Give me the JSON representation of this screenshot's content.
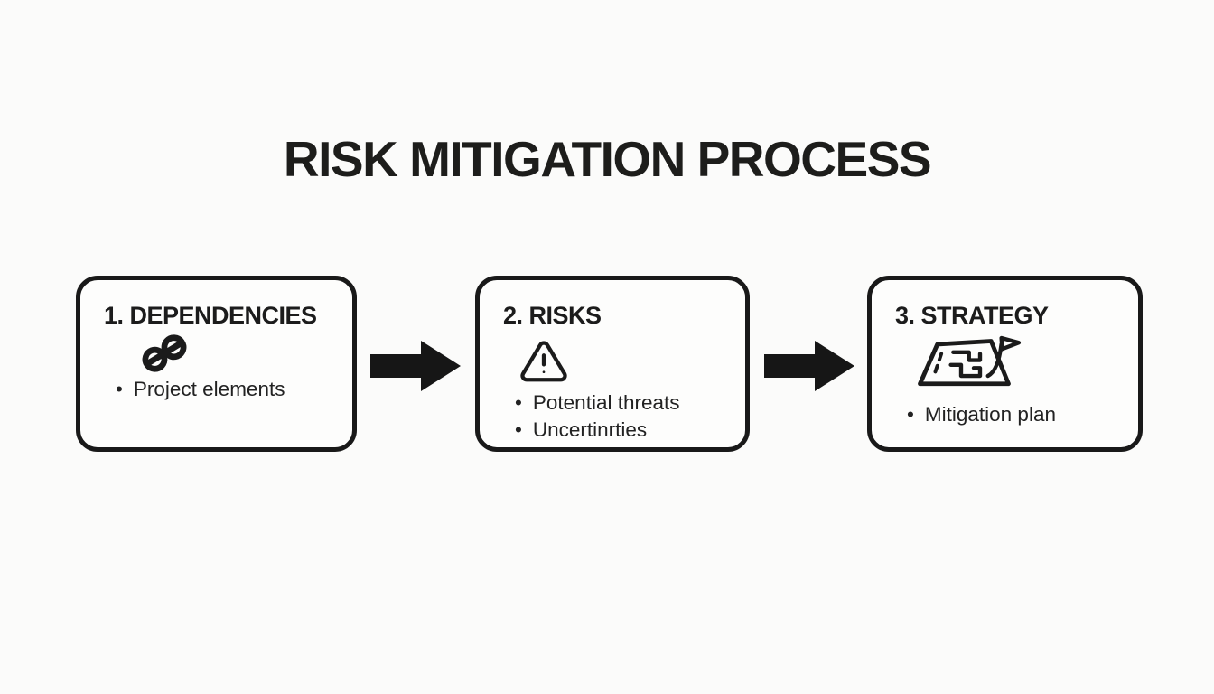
{
  "title": "RISK MITIGATION PROCESS",
  "steps": [
    {
      "heading": "1. DEPENDENCIES",
      "icon": "chain-link-icon",
      "bullets": [
        "Project elements"
      ]
    },
    {
      "heading": "2. RISKS",
      "icon": "warning-triangle-icon",
      "bullets": [
        "Potential threats",
        "Uncertinrties"
      ]
    },
    {
      "heading": "3. STRATEGY",
      "icon": "map-route-flag-icon",
      "bullets": [
        "Mitigation plan"
      ]
    }
  ],
  "connectors": [
    {
      "type": "arrow-right"
    },
    {
      "type": "arrow-right"
    }
  ],
  "colors": {
    "ink": "#1b1b1b",
    "background": "#fbfbfa",
    "box_fill": "#fdfdfc",
    "border": "#191919"
  }
}
